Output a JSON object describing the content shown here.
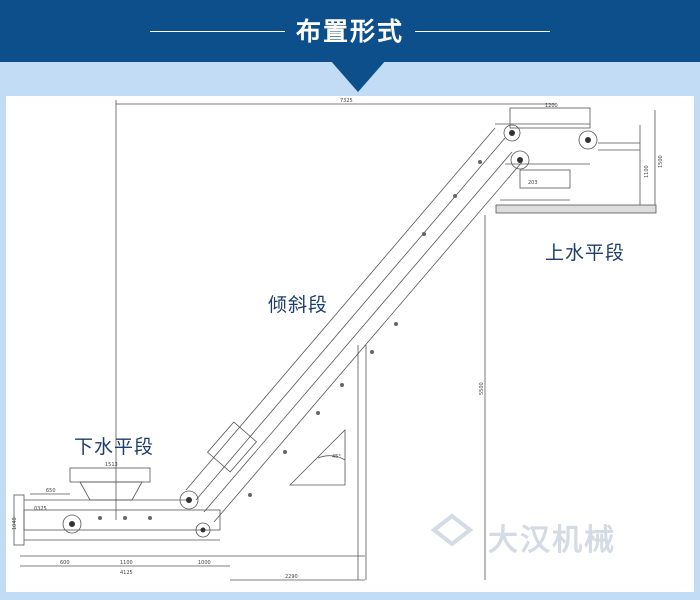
{
  "header": {
    "title": "布置形式"
  },
  "labels": {
    "upper": "上水平段",
    "incline": "倾斜段",
    "lower": "下水平段"
  },
  "dimensions": {
    "total_length": "7325",
    "upper_width": "1200",
    "upper_short": "203",
    "right_height_a": "1500",
    "right_height_b": "1100",
    "center_height": "5500",
    "bottom_span": "2290",
    "hopper_width": "1513",
    "lower_a": "650",
    "lower_b": "0325",
    "bottom_a": "600",
    "bottom_b": "1100",
    "bottom_c": "4125",
    "bottom_d": "1000",
    "lower_left": "1040",
    "angle": "45°"
  },
  "watermark": {
    "text": "大汉机械"
  },
  "colors": {
    "header": "#0c4f8a",
    "band": "#c2dcf5",
    "label": "#1e3d6b",
    "line": "#555555"
  }
}
